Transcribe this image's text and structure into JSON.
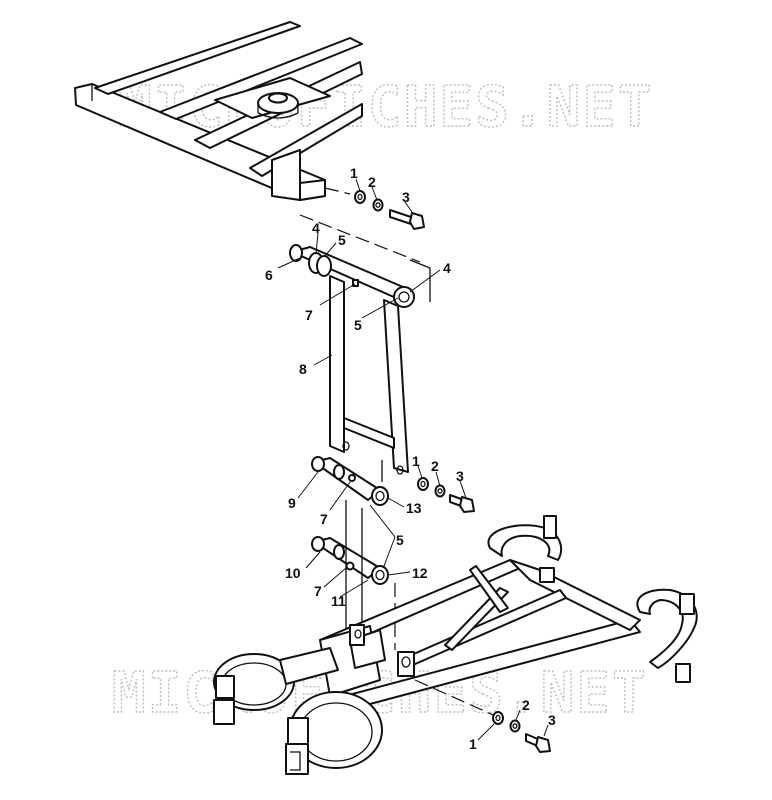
{
  "diagram": {
    "watermark": "MICROFICHES.NET",
    "callouts": [
      {
        "id": "c-1-top",
        "text": "1"
      },
      {
        "id": "c-2-top",
        "text": "2"
      },
      {
        "id": "c-3-top",
        "text": "3"
      },
      {
        "id": "c-4-a",
        "text": "4"
      },
      {
        "id": "c-5-a",
        "text": "5"
      },
      {
        "id": "c-6",
        "text": "6"
      },
      {
        "id": "c-4-b",
        "text": "4"
      },
      {
        "id": "c-7-a",
        "text": "7"
      },
      {
        "id": "c-5-b",
        "text": "5"
      },
      {
        "id": "c-8",
        "text": "8"
      },
      {
        "id": "c-1-mid",
        "text": "1"
      },
      {
        "id": "c-2-mid",
        "text": "2"
      },
      {
        "id": "c-3-mid",
        "text": "3"
      },
      {
        "id": "c-9",
        "text": "9"
      },
      {
        "id": "c-7-b",
        "text": "7"
      },
      {
        "id": "c-13",
        "text": "13"
      },
      {
        "id": "c-5-c",
        "text": "5"
      },
      {
        "id": "c-10",
        "text": "10"
      },
      {
        "id": "c-12",
        "text": "12"
      },
      {
        "id": "c-7-c",
        "text": "7"
      },
      {
        "id": "c-11",
        "text": "11"
      },
      {
        "id": "c-1-bot",
        "text": "1"
      },
      {
        "id": "c-2-bot",
        "text": "2"
      },
      {
        "id": "c-3-bot",
        "text": "3"
      }
    ]
  }
}
